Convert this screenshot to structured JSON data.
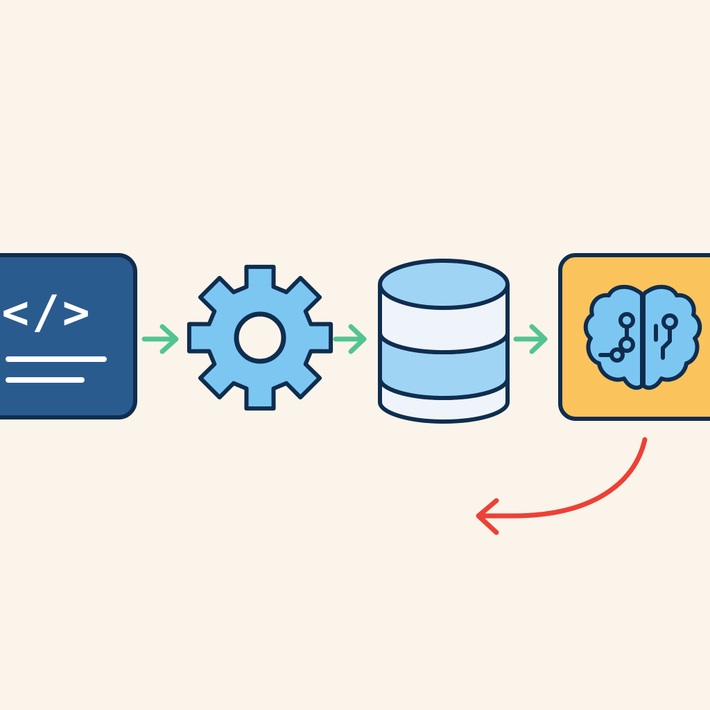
{
  "diagram": {
    "nodes": [
      {
        "id": "code",
        "icon": "code-editor-icon"
      },
      {
        "id": "process",
        "icon": "gear-icon"
      },
      {
        "id": "storage",
        "icon": "database-icon"
      },
      {
        "id": "model",
        "icon": "brain-icon"
      }
    ],
    "edges": [
      {
        "from": "code",
        "to": "process",
        "kind": "forward"
      },
      {
        "from": "process",
        "to": "storage",
        "kind": "forward"
      },
      {
        "from": "storage",
        "to": "model",
        "kind": "forward"
      },
      {
        "from": "model",
        "to": "storage",
        "kind": "feedback"
      }
    ],
    "code_glyph": "</>"
  },
  "colors": {
    "background": "#fbf4ea",
    "outline": "#0f2d4e",
    "code_panel": "#2a5b8f",
    "code_lines": "#ffffff",
    "gear_fill": "#7cc7f2",
    "db_fill_light": "#eef4fa",
    "db_fill_blue": "#9fd4f5",
    "model_panel": "#fbc35c",
    "brain_fill": "#7cc7f2",
    "forward_arrow": "#52c492",
    "feedback_arrow": "#ee4036"
  }
}
